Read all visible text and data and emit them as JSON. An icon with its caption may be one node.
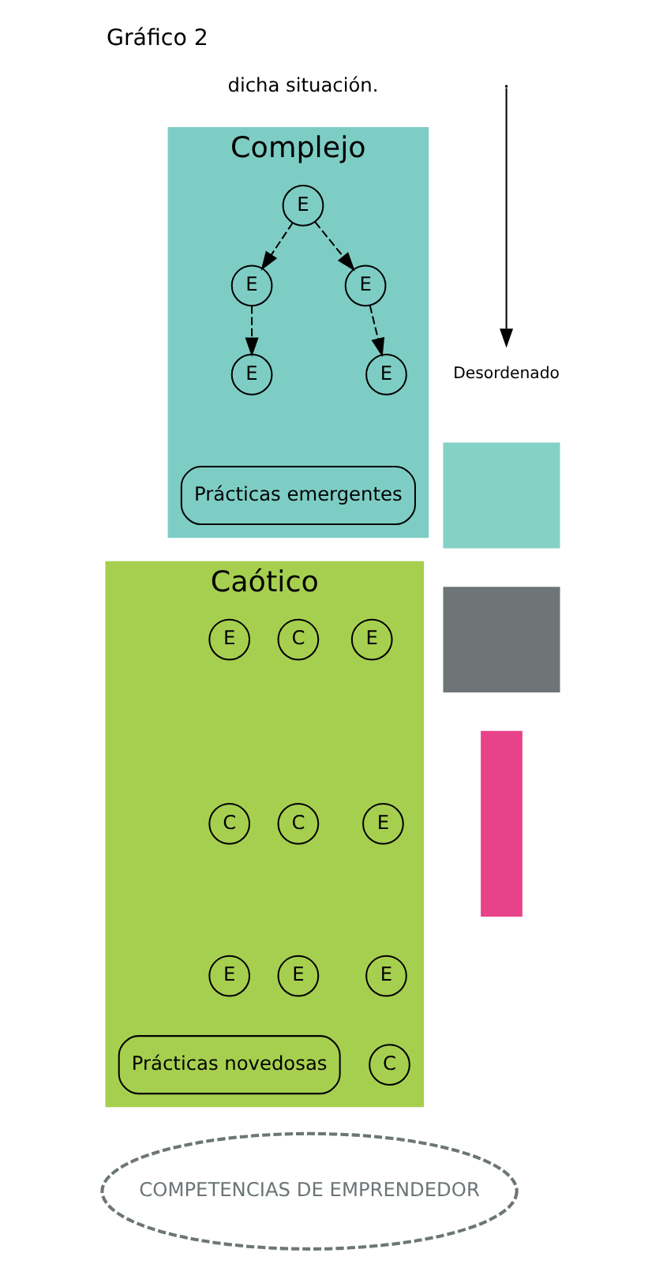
{
  "diagram": {
    "title": "Gráfico 2",
    "nodes": [
      {
        "text": [
          "Complejo"
        ]
      },
      {
        "text": [
          "E"
        ],
        "in": 0
      },
      {
        "text": [
          "E"
        ],
        "in": 0
      },
      {
        "text": [
          "E"
        ],
        "in": 0
      },
      {
        "text": [
          "E"
        ],
        "in": 0
      },
      {
        "text": [
          "E"
        ],
        "in": 0
      },
      {
        "text": [
          "Prácticas emergentes"
        ],
        "in": 0
      },
      {
        "text": [],
        "shape": "box"
      },
      {
        "text": [],
        "shape": "box"
      },
      {
        "text": [],
        "shape": "bar"
      },
      {
        "text": [
          "Caótico"
        ]
      },
      {
        "text": [
          "E"
        ],
        "in": 10
      },
      {
        "text": [
          "C"
        ],
        "in": 10
      },
      {
        "text": [
          "E"
        ],
        "in": 10
      },
      {
        "text": [
          "E"
        ],
        "in": 10
      },
      {
        "text": [
          "C"
        ],
        "in": 10
      },
      {
        "text": [
          "C"
        ],
        "in": 10
      },
      {
        "text": [
          "E"
        ],
        "in": 10
      },
      {
        "text": [
          "E"
        ],
        "in": 10
      },
      {
        "text": [
          "E"
        ],
        "in": 10
      },
      {
        "text": [
          "C"
        ],
        "in": 10
      },
      {
        "text": [
          "Prácticas novedosas"
        ],
        "in": 10
      },
      {
        "text": [
          "Desordenado"
        ]
      },
      {
        "text": [
          "COMPETENCIAS DE EMPRENDEDOR"
        ]
      }
    ],
    "edges": [
      {
        "from": 1,
        "to": 2,
        "arrow": "to",
        "style": "dashed"
      },
      {
        "from": 3,
        "to": 1,
        "arrow": "to",
        "style": "dashed"
      },
      {
        "from": 3,
        "to": 4,
        "arrow": "to",
        "style": "dashed"
      },
      {
        "from": 4,
        "to": 5,
        "arrow": "to",
        "style": "dashed"
      },
      {
        "from": null,
        "to": 22,
        "arrow": "to"
      }
    ],
    "labels": [
      "dicha situación."
    ]
  }
}
